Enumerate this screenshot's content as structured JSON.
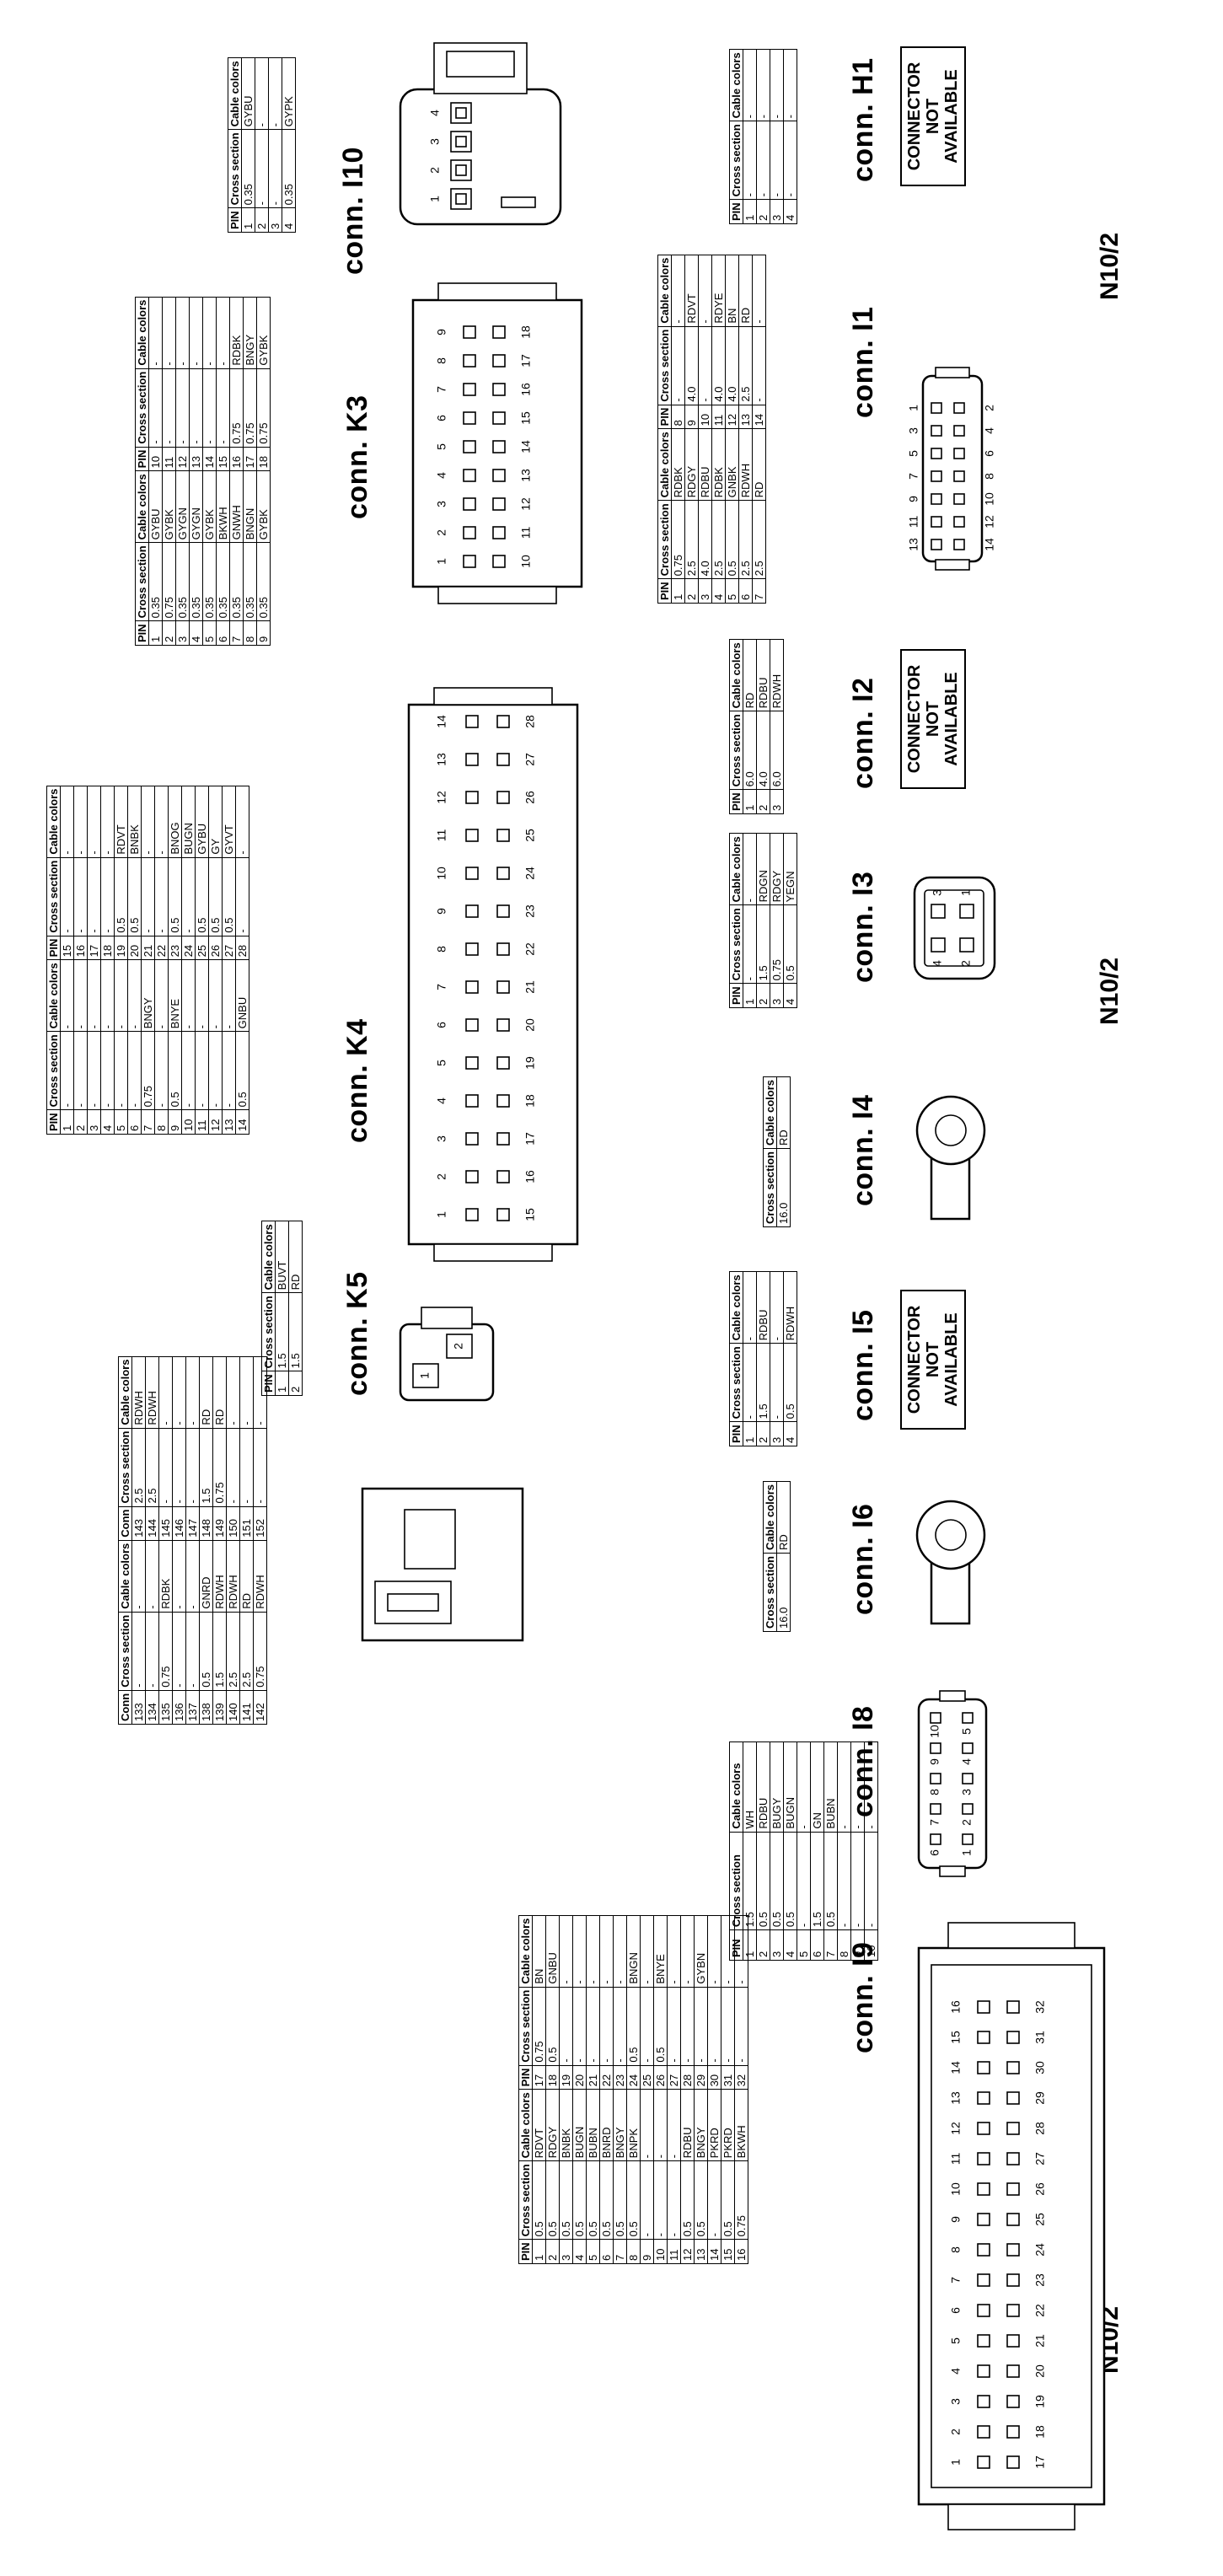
{
  "doc_ids": [
    "N10/2",
    "N10/2",
    "N10/2"
  ],
  "not_available_text": [
    "CONNECTOR",
    "NOT",
    "AVAILABLE"
  ],
  "connectors": {
    "H1": {
      "title": "conn. H1",
      "headers": [
        "PIN",
        "Cross section",
        "Cable colors"
      ],
      "rows": [
        [
          "1",
          "-",
          "-"
        ],
        [
          "2",
          "-",
          "-"
        ],
        [
          "3",
          "-",
          "-"
        ],
        [
          "4",
          "-",
          "-"
        ]
      ]
    },
    "I1": {
      "title": "conn. I1",
      "headers": [
        "PIN",
        "Cross section",
        "Cable colors",
        "PIN",
        "Cross section",
        "Cable colors"
      ],
      "rows": [
        [
          "1",
          "0.75",
          "RDBK",
          "8",
          "-",
          "-"
        ],
        [
          "2",
          "2.5",
          "RDGY",
          "9",
          "4.0",
          "RDVT"
        ],
        [
          "3",
          "4.0",
          "RDBU",
          "10",
          "-",
          "-"
        ],
        [
          "4",
          "2.5",
          "RDBK",
          "11",
          "4.0",
          "RDYE"
        ],
        [
          "5",
          "0.5",
          "GNBK",
          "12",
          "4.0",
          "BN"
        ],
        [
          "6",
          "2.5",
          "RDWH",
          "13",
          "2.5",
          "RD"
        ],
        [
          "7",
          "2.5",
          "RD",
          "14",
          "-",
          "-"
        ]
      ],
      "pins": [
        "13",
        "14",
        "11",
        "12",
        "9",
        "10",
        "7",
        "8",
        "5",
        "6",
        "3",
        "4",
        "1",
        "2"
      ]
    },
    "I2": {
      "title": "conn. I2",
      "headers": [
        "PIN",
        "Cross section",
        "Cable colors"
      ],
      "rows": [
        [
          "1",
          "6.0",
          "RD"
        ],
        [
          "2",
          "4.0",
          "RDBU"
        ],
        [
          "3",
          "6.0",
          "RDWH"
        ]
      ]
    },
    "I3": {
      "title": "conn. I3",
      "headers": [
        "PIN",
        "Cross section",
        "Cable colors"
      ],
      "rows": [
        [
          "1",
          "-",
          "-"
        ],
        [
          "2",
          "1.5",
          "RDGN"
        ],
        [
          "3",
          "0.75",
          "RDGY"
        ],
        [
          "4",
          "0.5",
          "YEGN"
        ]
      ],
      "pins": [
        "3",
        "1",
        "4",
        "2"
      ]
    },
    "I4": {
      "title": "conn. I4",
      "headers": [
        "Cross section",
        "Cable colors"
      ],
      "rows": [
        [
          "16.0",
          "RD"
        ]
      ]
    },
    "I5": {
      "title": "conn. I5",
      "headers": [
        "PIN",
        "Cross section",
        "Cable colors"
      ],
      "rows": [
        [
          "1",
          "-",
          "-"
        ],
        [
          "2",
          "1.5",
          "RDBU"
        ],
        [
          "3",
          "-",
          "-"
        ],
        [
          "4",
          "0.5",
          "RDWH"
        ]
      ]
    },
    "I6": {
      "title": "conn. I6",
      "headers": [
        "Cross section",
        "Cable colors"
      ],
      "rows": [
        [
          "16.0",
          "RD"
        ]
      ]
    },
    "I8": {
      "title": "conn. I8",
      "headers": [
        "PIN",
        "Cross section",
        "Cable colors"
      ],
      "rows": [
        [
          "1",
          "1.5",
          "WH"
        ],
        [
          "2",
          "0.5",
          "RDBU"
        ],
        [
          "3",
          "0.5",
          "BUGY"
        ],
        [
          "4",
          "0.5",
          "BUGN"
        ],
        [
          "5",
          "-",
          "-"
        ],
        [
          "6",
          "1.5",
          "GN"
        ],
        [
          "7",
          "0.5",
          "BUBN"
        ],
        [
          "8",
          "-",
          "-"
        ],
        [
          "9",
          "-",
          "-"
        ],
        [
          "10",
          "-",
          "-"
        ]
      ],
      "pins_top": [
        "6",
        "7",
        "8",
        "9",
        "10"
      ],
      "pins_bottom": [
        "1",
        "2",
        "3",
        "4",
        "5"
      ]
    },
    "I9": {
      "title": "conn. I9",
      "headers": [
        "PIN",
        "Cross section",
        "Cable colors",
        "PIN",
        "Cross section",
        "Cable colors"
      ],
      "rows": [
        [
          "1",
          "0.5",
          "RDVT",
          "17",
          "0.75",
          "BN"
        ],
        [
          "2",
          "0.5",
          "RDGY",
          "18",
          "0.5",
          "GNBU"
        ],
        [
          "3",
          "0.5",
          "BNBK",
          "19",
          "-",
          "-"
        ],
        [
          "4",
          "0.5",
          "BUGN",
          "20",
          "-",
          "-"
        ],
        [
          "5",
          "0.5",
          "BUBN",
          "21",
          "-",
          "-"
        ],
        [
          "6",
          "0.5",
          "BNRD",
          "22",
          "-",
          "-"
        ],
        [
          "7",
          "0.5",
          "BNGY",
          "23",
          "-",
          "-"
        ],
        [
          "8",
          "0.5",
          "BNPK",
          "24",
          "0.5",
          "BNGN"
        ],
        [
          "9",
          "-",
          "-",
          "25",
          "-",
          "-"
        ],
        [
          "10",
          "-",
          "-",
          "26",
          "0.5",
          "BNYE"
        ],
        [
          "11",
          "-",
          "-",
          "27",
          "-",
          "-"
        ],
        [
          "12",
          "0.5",
          "RDBU",
          "28",
          "-",
          "-"
        ],
        [
          "13",
          "0.5",
          "BNGY",
          "29",
          "-",
          "GYBN"
        ],
        [
          "14",
          "-",
          "PKRD",
          "30",
          "-",
          "-"
        ],
        [
          "15",
          "0.5",
          "PKRD",
          "31",
          "-",
          "-"
        ],
        [
          "16",
          "0.75",
          "BKWH",
          "32",
          "-",
          "-"
        ]
      ],
      "pins_row1": [
        "1",
        "2",
        "3",
        "4",
        "5",
        "6",
        "7",
        "8",
        "9",
        "10",
        "11",
        "12",
        "13",
        "14",
        "15",
        "16"
      ],
      "pins_row2": [
        "17",
        "18",
        "19",
        "20",
        "21",
        "22",
        "23",
        "24",
        "25",
        "26",
        "27",
        "28",
        "29",
        "30",
        "31",
        "32"
      ]
    },
    "I10": {
      "title": "conn. I10",
      "headers": [
        "PIN",
        "Cross section",
        "Cable colors"
      ],
      "rows": [
        [
          "1",
          "0.35",
          "GYBU"
        ],
        [
          "2",
          "-",
          "-"
        ],
        [
          "3",
          "-",
          "-"
        ],
        [
          "4",
          "0.35",
          "GYPK"
        ]
      ],
      "pins": [
        "1",
        "2",
        "3",
        "4"
      ]
    },
    "K3": {
      "title": "conn. K3",
      "headers": [
        "PIN",
        "Cross section",
        "Cable colors",
        "PIN",
        "Cross section",
        "Cable colors"
      ],
      "rows": [
        [
          "1",
          "0.35",
          "GYBU",
          "10",
          "-",
          "-"
        ],
        [
          "2",
          "0.75",
          "GYBK",
          "11",
          "-",
          "-"
        ],
        [
          "3",
          "0.35",
          "GYGN",
          "12",
          "-",
          "-"
        ],
        [
          "4",
          "0.35",
          "GYGN",
          "13",
          "-",
          "-"
        ],
        [
          "5",
          "0.35",
          "GYBK",
          "14",
          "-",
          "-"
        ],
        [
          "6",
          "0.35",
          "BKWH",
          "15",
          "-",
          "-"
        ],
        [
          "7",
          "0.35",
          "GNWH",
          "16",
          "0.75",
          "RDBK"
        ],
        [
          "8",
          "0.35",
          "BNGN",
          "17",
          "0.75",
          "BNGY"
        ],
        [
          "9",
          "0.35",
          "GYBK",
          "18",
          "0.75",
          "GYBK"
        ]
      ],
      "pins_row1": [
        "1",
        "2",
        "3",
        "4",
        "5",
        "6",
        "7",
        "8",
        "9"
      ],
      "pins_row2": [
        "10",
        "11",
        "12",
        "13",
        "14",
        "15",
        "16",
        "17",
        "18"
      ]
    },
    "K4": {
      "title": "conn. K4",
      "headers": [
        "PIN",
        "Cross section",
        "Cable colors",
        "PIN",
        "Cross section",
        "Cable colors"
      ],
      "rows": [
        [
          "1",
          "-",
          "-",
          "15",
          "-",
          "-"
        ],
        [
          "2",
          "-",
          "-",
          "16",
          "-",
          "-"
        ],
        [
          "3",
          "-",
          "-",
          "17",
          "-",
          "-"
        ],
        [
          "4",
          "-",
          "-",
          "18",
          "-",
          "-"
        ],
        [
          "5",
          "-",
          "-",
          "19",
          "0.5",
          "RDVT"
        ],
        [
          "6",
          "-",
          "-",
          "20",
          "0.5",
          "BNBK"
        ],
        [
          "7",
          "0.75",
          "BNGY",
          "21",
          "-",
          "-"
        ],
        [
          "8",
          "-",
          "-",
          "22",
          "-",
          "-"
        ],
        [
          "9",
          "0.5",
          "BNYE",
          "23",
          "0.5",
          "BNOG"
        ],
        [
          "10",
          "-",
          "-",
          "24",
          "-",
          "BUGN"
        ],
        [
          "11",
          "-",
          "-",
          "25",
          "0.5",
          "GYBU"
        ],
        [
          "12",
          "-",
          "-",
          "26",
          "0.5",
          "GY"
        ],
        [
          "13",
          "-",
          "-",
          "27",
          "0.5",
          "GYVT"
        ],
        [
          "14",
          "0.5",
          "GNBU",
          "28",
          "-",
          "-"
        ]
      ],
      "pins_row1": [
        "1",
        "2",
        "3",
        "4",
        "5",
        "6",
        "7",
        "8",
        "9",
        "10",
        "11",
        "12",
        "13",
        "14"
      ],
      "pins_row2": [
        "15",
        "16",
        "17",
        "18",
        "19",
        "20",
        "21",
        "22",
        "23",
        "24",
        "25",
        "26",
        "27",
        "28"
      ]
    },
    "K5": {
      "title": "conn. K5",
      "headers": [
        "PIN",
        "Cross section",
        "Cable colors"
      ],
      "rows": [
        [
          "1",
          "1.5",
          "BUVT"
        ],
        [
          "2",
          "1.5",
          "RD"
        ]
      ],
      "pins": [
        "1",
        "2"
      ]
    },
    "K6": {
      "headers": [
        "Conn",
        "Cross section",
        "Cable colors",
        "Conn",
        "Cross section",
        "Cable colors"
      ],
      "rows": [
        [
          "133",
          "-",
          "-",
          "143",
          "2.5",
          "RDWH"
        ],
        [
          "134",
          "-",
          "-",
          "144",
          "2.5",
          "RDWH"
        ],
        [
          "135",
          "0.75",
          "RDBK",
          "145",
          "-",
          "-"
        ],
        [
          "136",
          "-",
          "-",
          "146",
          "-",
          "-"
        ],
        [
          "137",
          "-",
          "-",
          "147",
          "-",
          "-"
        ],
        [
          "138",
          "0.5",
          "GNRD",
          "148",
          "1.5",
          "RD"
        ],
        [
          "139",
          "1.5",
          "RDWH",
          "149",
          "0.75",
          "RD"
        ],
        [
          "140",
          "2.5",
          "RDWH",
          "150",
          "-",
          "-"
        ],
        [
          "141",
          "2.5",
          "RD",
          "151",
          "-",
          "-"
        ],
        [
          "142",
          "0.75",
          "RDWH",
          "152",
          "-",
          "-"
        ]
      ]
    }
  }
}
